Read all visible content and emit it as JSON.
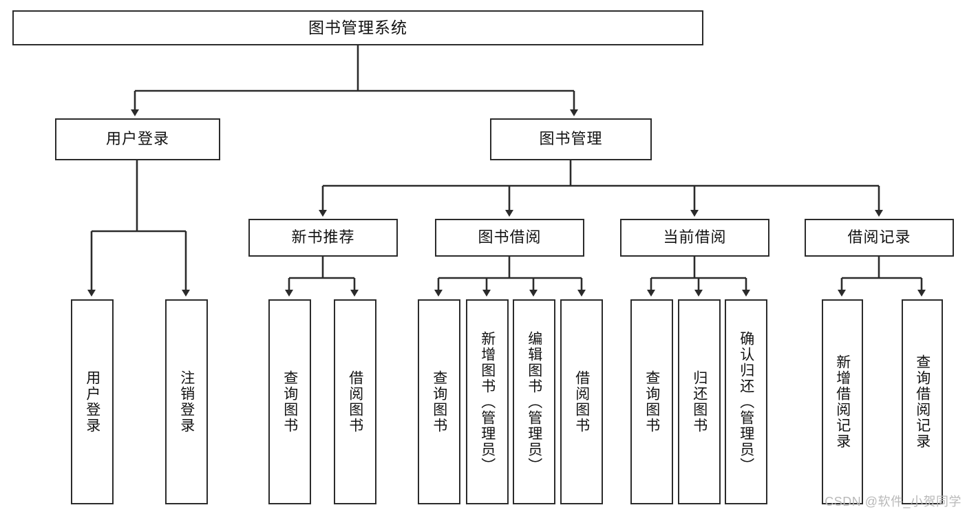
{
  "diagram": {
    "title": "图书管理系统",
    "type": "hierarchy-tree",
    "watermark": "CSDN @软件_小贺同学",
    "colors": {
      "stroke": "#2b2b2b",
      "fill": "#ffffff",
      "text": "#121212",
      "watermark": "#b9b9b9"
    },
    "nodes": {
      "root": {
        "label": "图书管理系统"
      },
      "level1": [
        {
          "label": "用户登录"
        },
        {
          "label": "图书管理"
        }
      ],
      "level2": [
        {
          "label": "新书推荐"
        },
        {
          "label": "图书借阅"
        },
        {
          "label": "当前借阅"
        },
        {
          "label": "借阅记录"
        }
      ],
      "leaves": [
        {
          "label": "用户登录"
        },
        {
          "label": "注销登录"
        },
        {
          "label": "查询图书"
        },
        {
          "label": "借阅图书"
        },
        {
          "label": "查询图书"
        },
        {
          "label": "新增图书（管理员）"
        },
        {
          "label": "编辑图书（管理员）"
        },
        {
          "label": "借阅图书"
        },
        {
          "label": "查询图书"
        },
        {
          "label": "归还图书"
        },
        {
          "label": "确认归还（管理员）"
        },
        {
          "label": "新增借阅记录"
        },
        {
          "label": "查询借阅记录"
        }
      ]
    }
  }
}
